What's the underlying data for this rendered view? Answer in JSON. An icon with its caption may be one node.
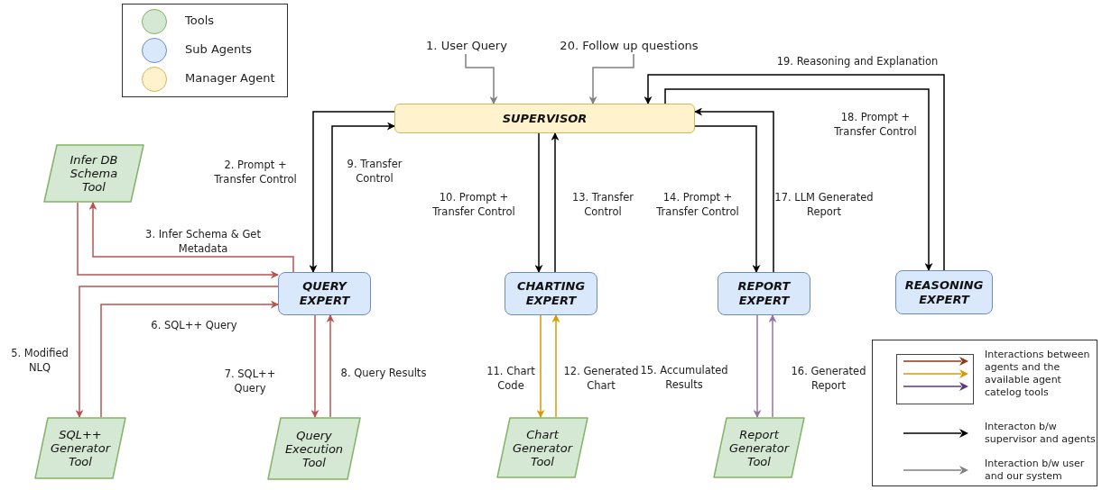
{
  "diagram": {
    "nodes": [
      {
        "text": [
          "1. User Query"
        ]
      },
      {
        "text": [
          "20. Follow up questions"
        ]
      },
      {
        "text": [
          "SUPERVISOR"
        ]
      },
      {
        "text": [
          "Infer DB Schema Tool"
        ]
      },
      {
        "text": [
          "QUERY EXPERT"
        ]
      },
      {
        "text": [
          "CHARTING EXPERT"
        ]
      },
      {
        "text": [
          "REPORT EXPERT"
        ]
      },
      {
        "text": [
          "REASONING EXPERT"
        ]
      },
      {
        "text": [
          "SQL++ Generator Tool"
        ]
      },
      {
        "text": [
          "Query Execution Tool"
        ]
      },
      {
        "text": [
          "Chart Generator Tool"
        ]
      },
      {
        "text": [
          "Report Generator Tool"
        ]
      }
    ],
    "edges": [
      {
        "from": 0,
        "to": 2,
        "arrow": "to",
        "color": "#808080"
      },
      {
        "from": 1,
        "to": 2,
        "arrow": "to",
        "color": "#808080"
      },
      {
        "from": 2,
        "to": 4,
        "arrow": "to",
        "label": "2. Prompt + Transfer Control"
      },
      {
        "from": 4,
        "to": 3,
        "arrow": "to",
        "label": "3. Infer Schema & Get Metadata",
        "color": "#b85450"
      },
      {
        "from": 3,
        "to": 4,
        "arrow": "to",
        "color": "#b85450"
      },
      {
        "from": 4,
        "to": 8,
        "arrow": "to",
        "label": "5. Modified NLQ",
        "color": "#b85450"
      },
      {
        "from": 8,
        "to": 4,
        "arrow": "to",
        "label": "6. SQL++ Query",
        "color": "#b85450"
      },
      {
        "from": 4,
        "to": 9,
        "arrow": "to",
        "label": "7. SQL++ Query",
        "color": "#b85450"
      },
      {
        "from": 9,
        "to": 4,
        "arrow": "to",
        "label": "8. Query Results",
        "color": "#b85450"
      },
      {
        "from": 4,
        "to": 2,
        "arrow": "to",
        "label": "9. Transfer Control"
      },
      {
        "from": 2,
        "to": 5,
        "arrow": "to",
        "label": "10. Prompt + Transfer Control"
      },
      {
        "from": 5,
        "to": 10,
        "arrow": "to",
        "label": "11. Chart Code",
        "color": "#d79b00"
      },
      {
        "from": 10,
        "to": 5,
        "arrow": "to",
        "label": "12. Generated Chart",
        "color": "#d79b00"
      },
      {
        "from": 5,
        "to": 2,
        "arrow": "to",
        "label": "13. Transfer Control"
      },
      {
        "from": 2,
        "to": 6,
        "arrow": "to",
        "label": "14. Prompt + Transfer Control"
      },
      {
        "from": 6,
        "to": 11,
        "arrow": "to",
        "label": "15. Accumulated Results",
        "color": "#9673a6"
      },
      {
        "from": 11,
        "to": 6,
        "arrow": "to",
        "label": "16. Generated Report",
        "color": "#9673a6"
      },
      {
        "from": 6,
        "to": 2,
        "arrow": "to",
        "label": "17. LLM Generated Report"
      },
      {
        "from": 2,
        "to": 7,
        "arrow": "to",
        "label": "18. Prompt + Transfer Control"
      },
      {
        "from": 7,
        "to": 2,
        "arrow": "to",
        "label": "19. Reasoning and Explanation"
      }
    ],
    "legend": [
      {
        "text": "Tools",
        "color": "#d5e8d4"
      },
      {
        "text": "Sub Agents",
        "color": "#dae8fc"
      },
      {
        "text": "Manager Agent",
        "color": "#fff2cc"
      },
      {
        "text": "Interactions between agents and the available agent catelog tools"
      },
      {
        "text": "Interacton b/w supervisor and agents"
      },
      {
        "text": "Interaction b/w user and our system"
      }
    ]
  }
}
